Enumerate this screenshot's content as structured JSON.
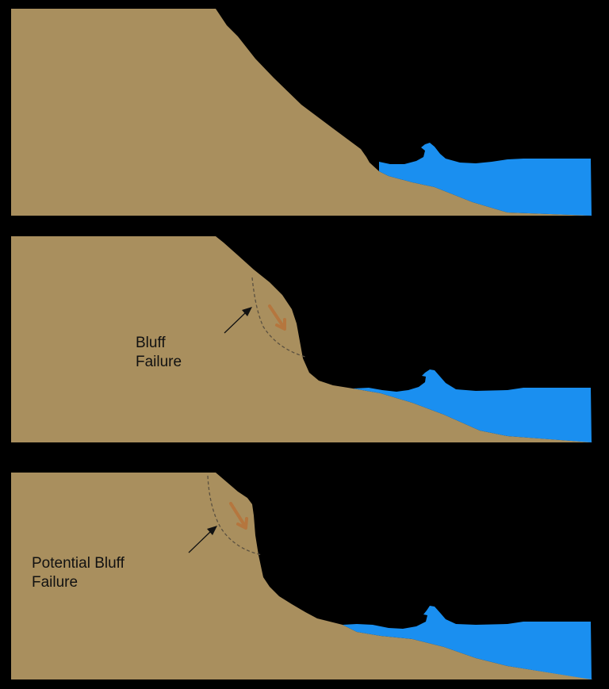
{
  "colors": {
    "background": "#000000",
    "sand": "#a98f5e",
    "water": "#1a8ff0",
    "slip_arrow": "#b5763e",
    "pointer_arrow": "#111111",
    "failure_line": "#5a5040"
  },
  "panels": [
    {
      "id": "panel-1",
      "description": "Initial bluff with wave at toe",
      "label": null
    },
    {
      "id": "panel-2",
      "description": "Bluff failure",
      "label": {
        "line1": "Bluff",
        "line2": "Failure"
      }
    },
    {
      "id": "panel-3",
      "description": "Potential bluff failure",
      "label": {
        "line1": "Potential Bluff",
        "line2": "Failure"
      }
    }
  ]
}
